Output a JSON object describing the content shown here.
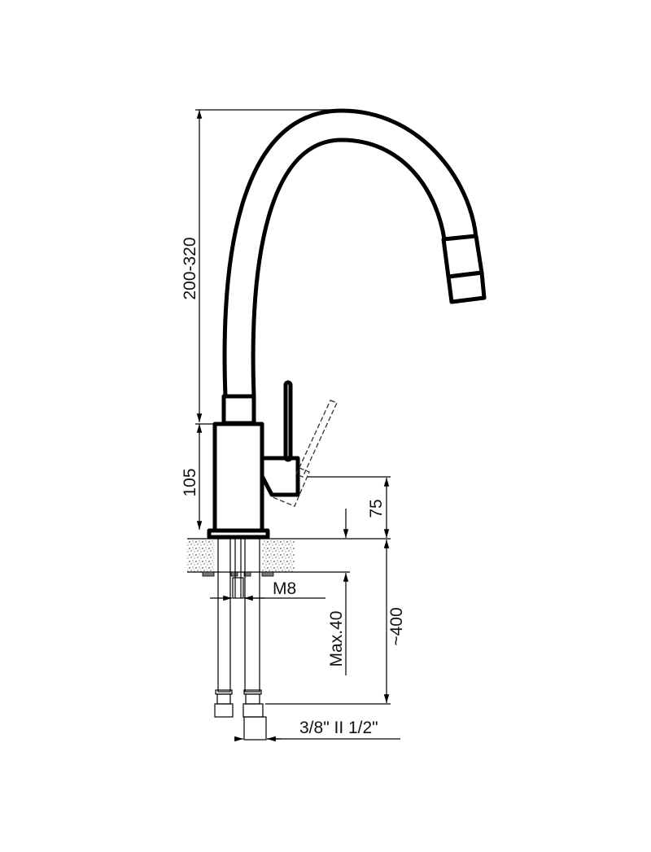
{
  "drawing": {
    "title": "Kitchen faucet dimension drawing",
    "dimensions": {
      "spout_height": "200-320",
      "body_height": "105",
      "handle_height": "75",
      "hose_length": "~400",
      "max_counter_thickness": "Max.40",
      "stud_thread": "M8",
      "hose_connection": "3/8\" II 1/2\""
    },
    "colors": {
      "line": "#000000",
      "background": "#ffffff"
    }
  }
}
